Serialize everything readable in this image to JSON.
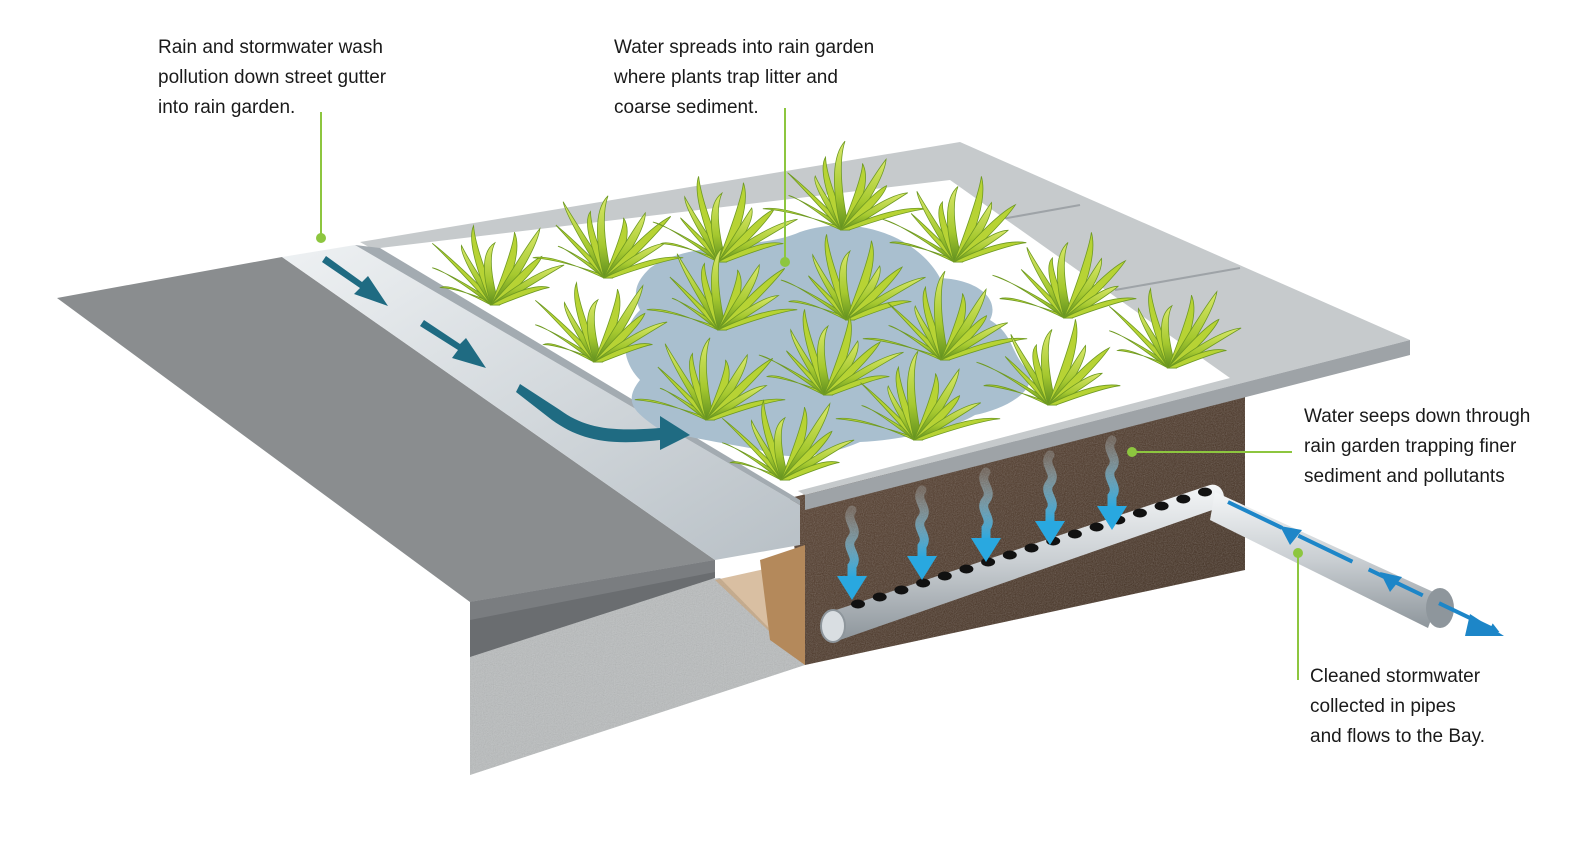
{
  "captions": {
    "gutter": [
      "Rain and stormwater wash",
      "pollution down street gutter",
      "into rain garden."
    ],
    "spread": [
      "Water spreads into rain garden",
      "where plants trap litter and",
      "coarse sediment."
    ],
    "seep": [
      "Water seeps down through",
      "rain garden trapping finer",
      "sediment and pollutants"
    ],
    "cleaned": [
      "Cleaned stormwater",
      "collected in pipes",
      "and flows to the Bay."
    ]
  },
  "colors": {
    "leader_line": "#8dc63f",
    "road": "#8a8d8f",
    "soil": "#4a3524",
    "pond": "#a9bfcf",
    "plant": "#a6c92f",
    "gutter_arrow": "#1f6b82",
    "seep_arrow": "#29a8e0",
    "outflow_arrow": "#1d86c8"
  }
}
